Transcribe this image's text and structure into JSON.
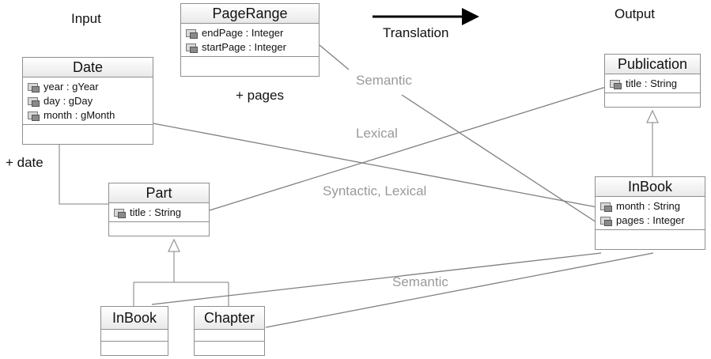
{
  "labels": {
    "input": "Input",
    "output": "Output",
    "translation": "Translation",
    "plus_pages": "+ pages",
    "plus_date": "+ date"
  },
  "mappings": {
    "semantic_top": "Semantic",
    "lexical": "Lexical",
    "syntactic_lexical": "Syntactic, Lexical",
    "semantic_bottom": "Semantic"
  },
  "classes": {
    "pagerange": {
      "name": "PageRange",
      "attrs": [
        "endPage : Integer",
        "startPage : Integer"
      ]
    },
    "date": {
      "name": "Date",
      "attrs": [
        "year : gYear",
        "day : gDay",
        "month : gMonth"
      ]
    },
    "part": {
      "name": "Part",
      "attrs": [
        "title : String"
      ]
    },
    "inbook_in": {
      "name": "InBook",
      "attrs": []
    },
    "chapter": {
      "name": "Chapter",
      "attrs": []
    },
    "publication": {
      "name": "Publication",
      "attrs": [
        "title : String"
      ]
    },
    "inbook_out": {
      "name": "InBook",
      "attrs": [
        "month : String",
        "pages : Integer"
      ]
    }
  },
  "colors": {
    "box_border": "#8f8f8f",
    "connector": "#7f7f7f",
    "mapping_text": "#9a9a9a",
    "arrow": "#000000"
  }
}
